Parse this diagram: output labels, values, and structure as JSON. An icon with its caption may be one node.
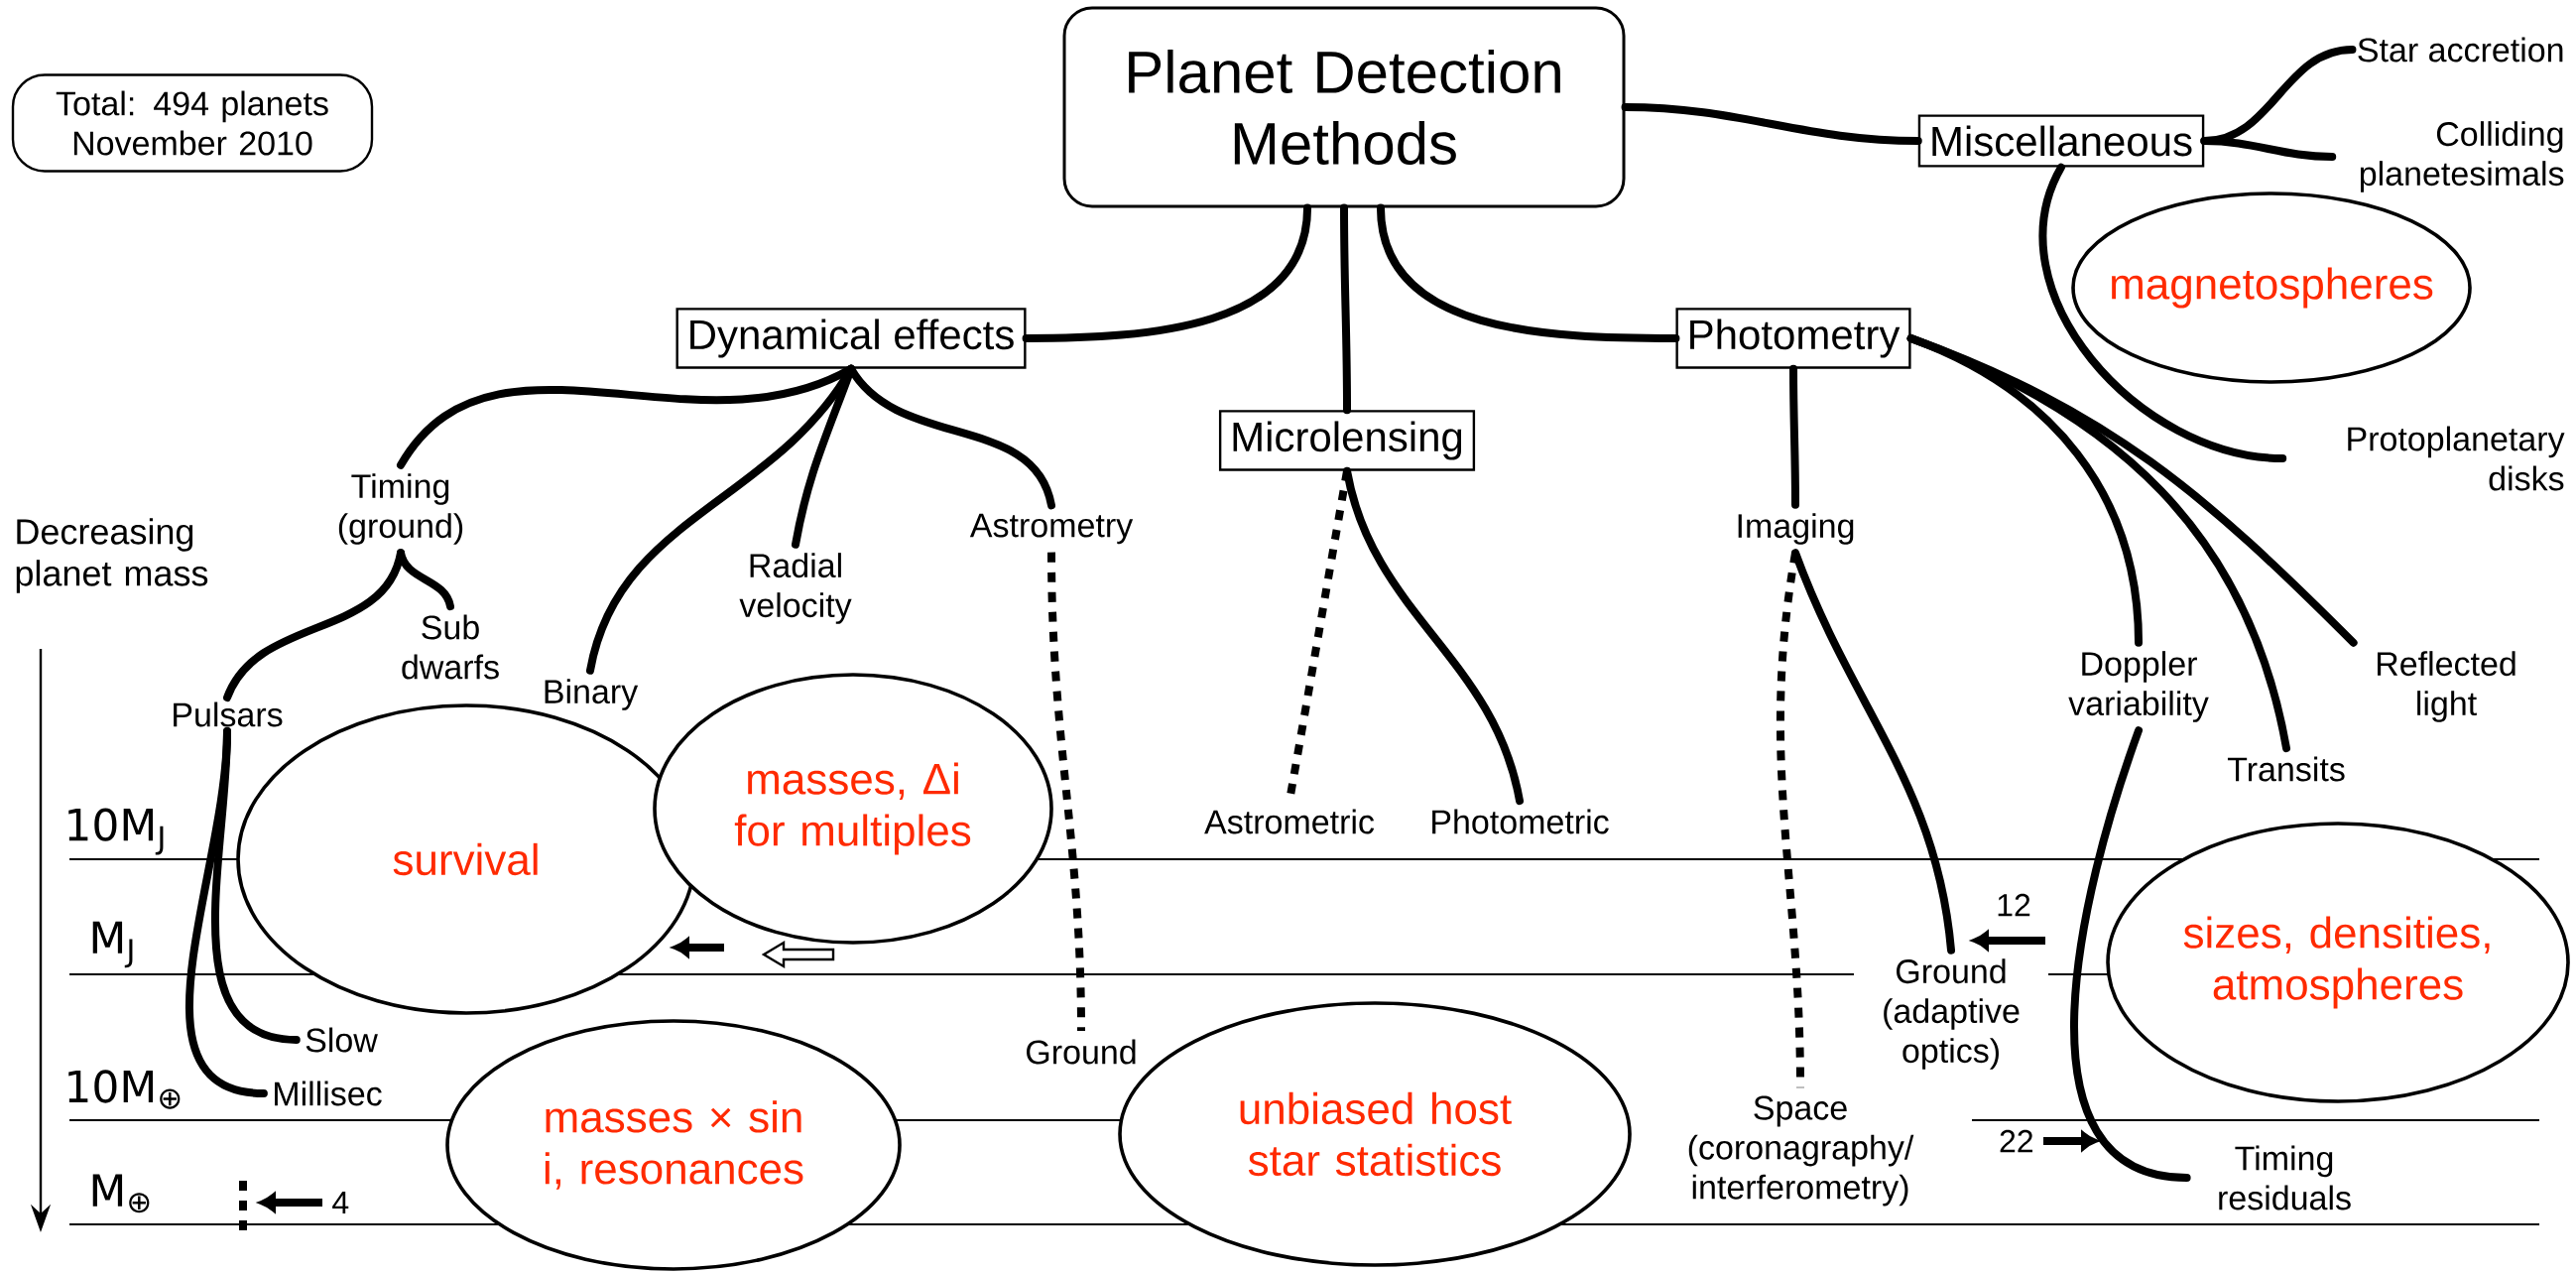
{
  "diagram": {
    "nodes": [
      {
        "text": [
          "Total: 494 planets November 2010"
        ]
      },
      {
        "text": [
          "Planet Detection Methods"
        ]
      },
      {
        "text": [
          "Dynamical effects"
        ]
      },
      {
        "text": [
          "Microlensing"
        ]
      },
      {
        "text": [
          "Photometry"
        ]
      },
      {
        "text": [
          "Miscellaneous"
        ]
      },
      {
        "text": [
          "Timing (ground)"
        ]
      },
      {
        "text": [
          "Radial velocity"
        ]
      },
      {
        "text": [
          "Astrometry"
        ]
      },
      {
        "text": [
          "Pulsars"
        ]
      },
      {
        "text": [
          "Sub dwarfs"
        ]
      },
      {
        "text": [
          "Binary"
        ]
      },
      {
        "text": [
          "Slow"
        ]
      },
      {
        "text": [
          "Millisec"
        ]
      },
      {
        "text": [
          "Ground"
        ]
      },
      {
        "text": [
          "Astrometric"
        ]
      },
      {
        "text": [
          "Photometric"
        ]
      },
      {
        "text": [
          "Imaging"
        ]
      },
      {
        "text": [
          "Ground (adaptive optics)"
        ]
      },
      {
        "text": [
          "Space (coronagraphy/ interferometry)"
        ]
      },
      {
        "text": [
          "Doppler variability"
        ]
      },
      {
        "text": [
          "Transits"
        ]
      },
      {
        "text": [
          "Reflected light"
        ]
      },
      {
        "text": [
          "Timing residuals"
        ]
      },
      {
        "text": [
          "Star accretion"
        ]
      },
      {
        "text": [
          "Colliding planetesimals"
        ]
      },
      {
        "text": [
          "Protoplanetary disks"
        ]
      },
      {
        "text": [
          "survival"
        ]
      },
      {
        "text": [
          "masses, Δi for multiples"
        ]
      },
      {
        "text": [
          "masses × sin i, resonances"
        ]
      },
      {
        "text": [
          "unbiased host star statistics"
        ]
      },
      {
        "text": [
          "magnetospheres"
        ]
      },
      {
        "text": [
          "sizes, densities, atmospheres"
        ]
      }
    ],
    "edges": [
      {
        "from": 1,
        "to": 2,
        "arrow": "none"
      },
      {
        "from": 1,
        "to": 3,
        "arrow": "none"
      },
      {
        "from": 1,
        "to": 4,
        "arrow": "none"
      },
      {
        "from": 1,
        "to": 5,
        "arrow": "none"
      },
      {
        "from": 2,
        "to": 6,
        "arrow": "none"
      },
      {
        "from": 2,
        "to": 11,
        "arrow": "none"
      },
      {
        "from": 2,
        "to": 7,
        "arrow": "none"
      },
      {
        "from": 2,
        "to": 8,
        "arrow": "none"
      },
      {
        "from": 6,
        "to": 9,
        "arrow": "none"
      },
      {
        "from": 6,
        "to": 10,
        "arrow": "none"
      },
      {
        "from": 9,
        "to": 12,
        "arrow": "none"
      },
      {
        "from": 9,
        "to": 13,
        "arrow": "none"
      },
      {
        "from": 8,
        "to": 14,
        "arrow": "none",
        "style": "dashed"
      },
      {
        "from": 3,
        "to": 15,
        "arrow": "none",
        "style": "dashed"
      },
      {
        "from": 3,
        "to": 16,
        "arrow": "none"
      },
      {
        "from": 4,
        "to": 17,
        "arrow": "none"
      },
      {
        "from": 17,
        "to": 18,
        "arrow": "none"
      },
      {
        "from": 17,
        "to": 19,
        "arrow": "none",
        "style": "dashed"
      },
      {
        "from": 4,
        "to": 20,
        "arrow": "none"
      },
      {
        "from": 4,
        "to": 21,
        "arrow": "none"
      },
      {
        "from": 4,
        "to": 22,
        "arrow": "none"
      },
      {
        "from": 20,
        "to": 23,
        "arrow": "none"
      },
      {
        "from": 5,
        "to": 24,
        "arrow": "none"
      },
      {
        "from": 5,
        "to": 25,
        "arrow": "none"
      },
      {
        "from": 5,
        "to": 26,
        "arrow": "none"
      }
    ],
    "labels": [
      "Decreasing planet mass",
      "10M$_{J}$",
      "M$_{J}$",
      "10M$_{⊕}$",
      "M$_{⊕}$",
      "4",
      "12",
      "22"
    ]
  }
}
